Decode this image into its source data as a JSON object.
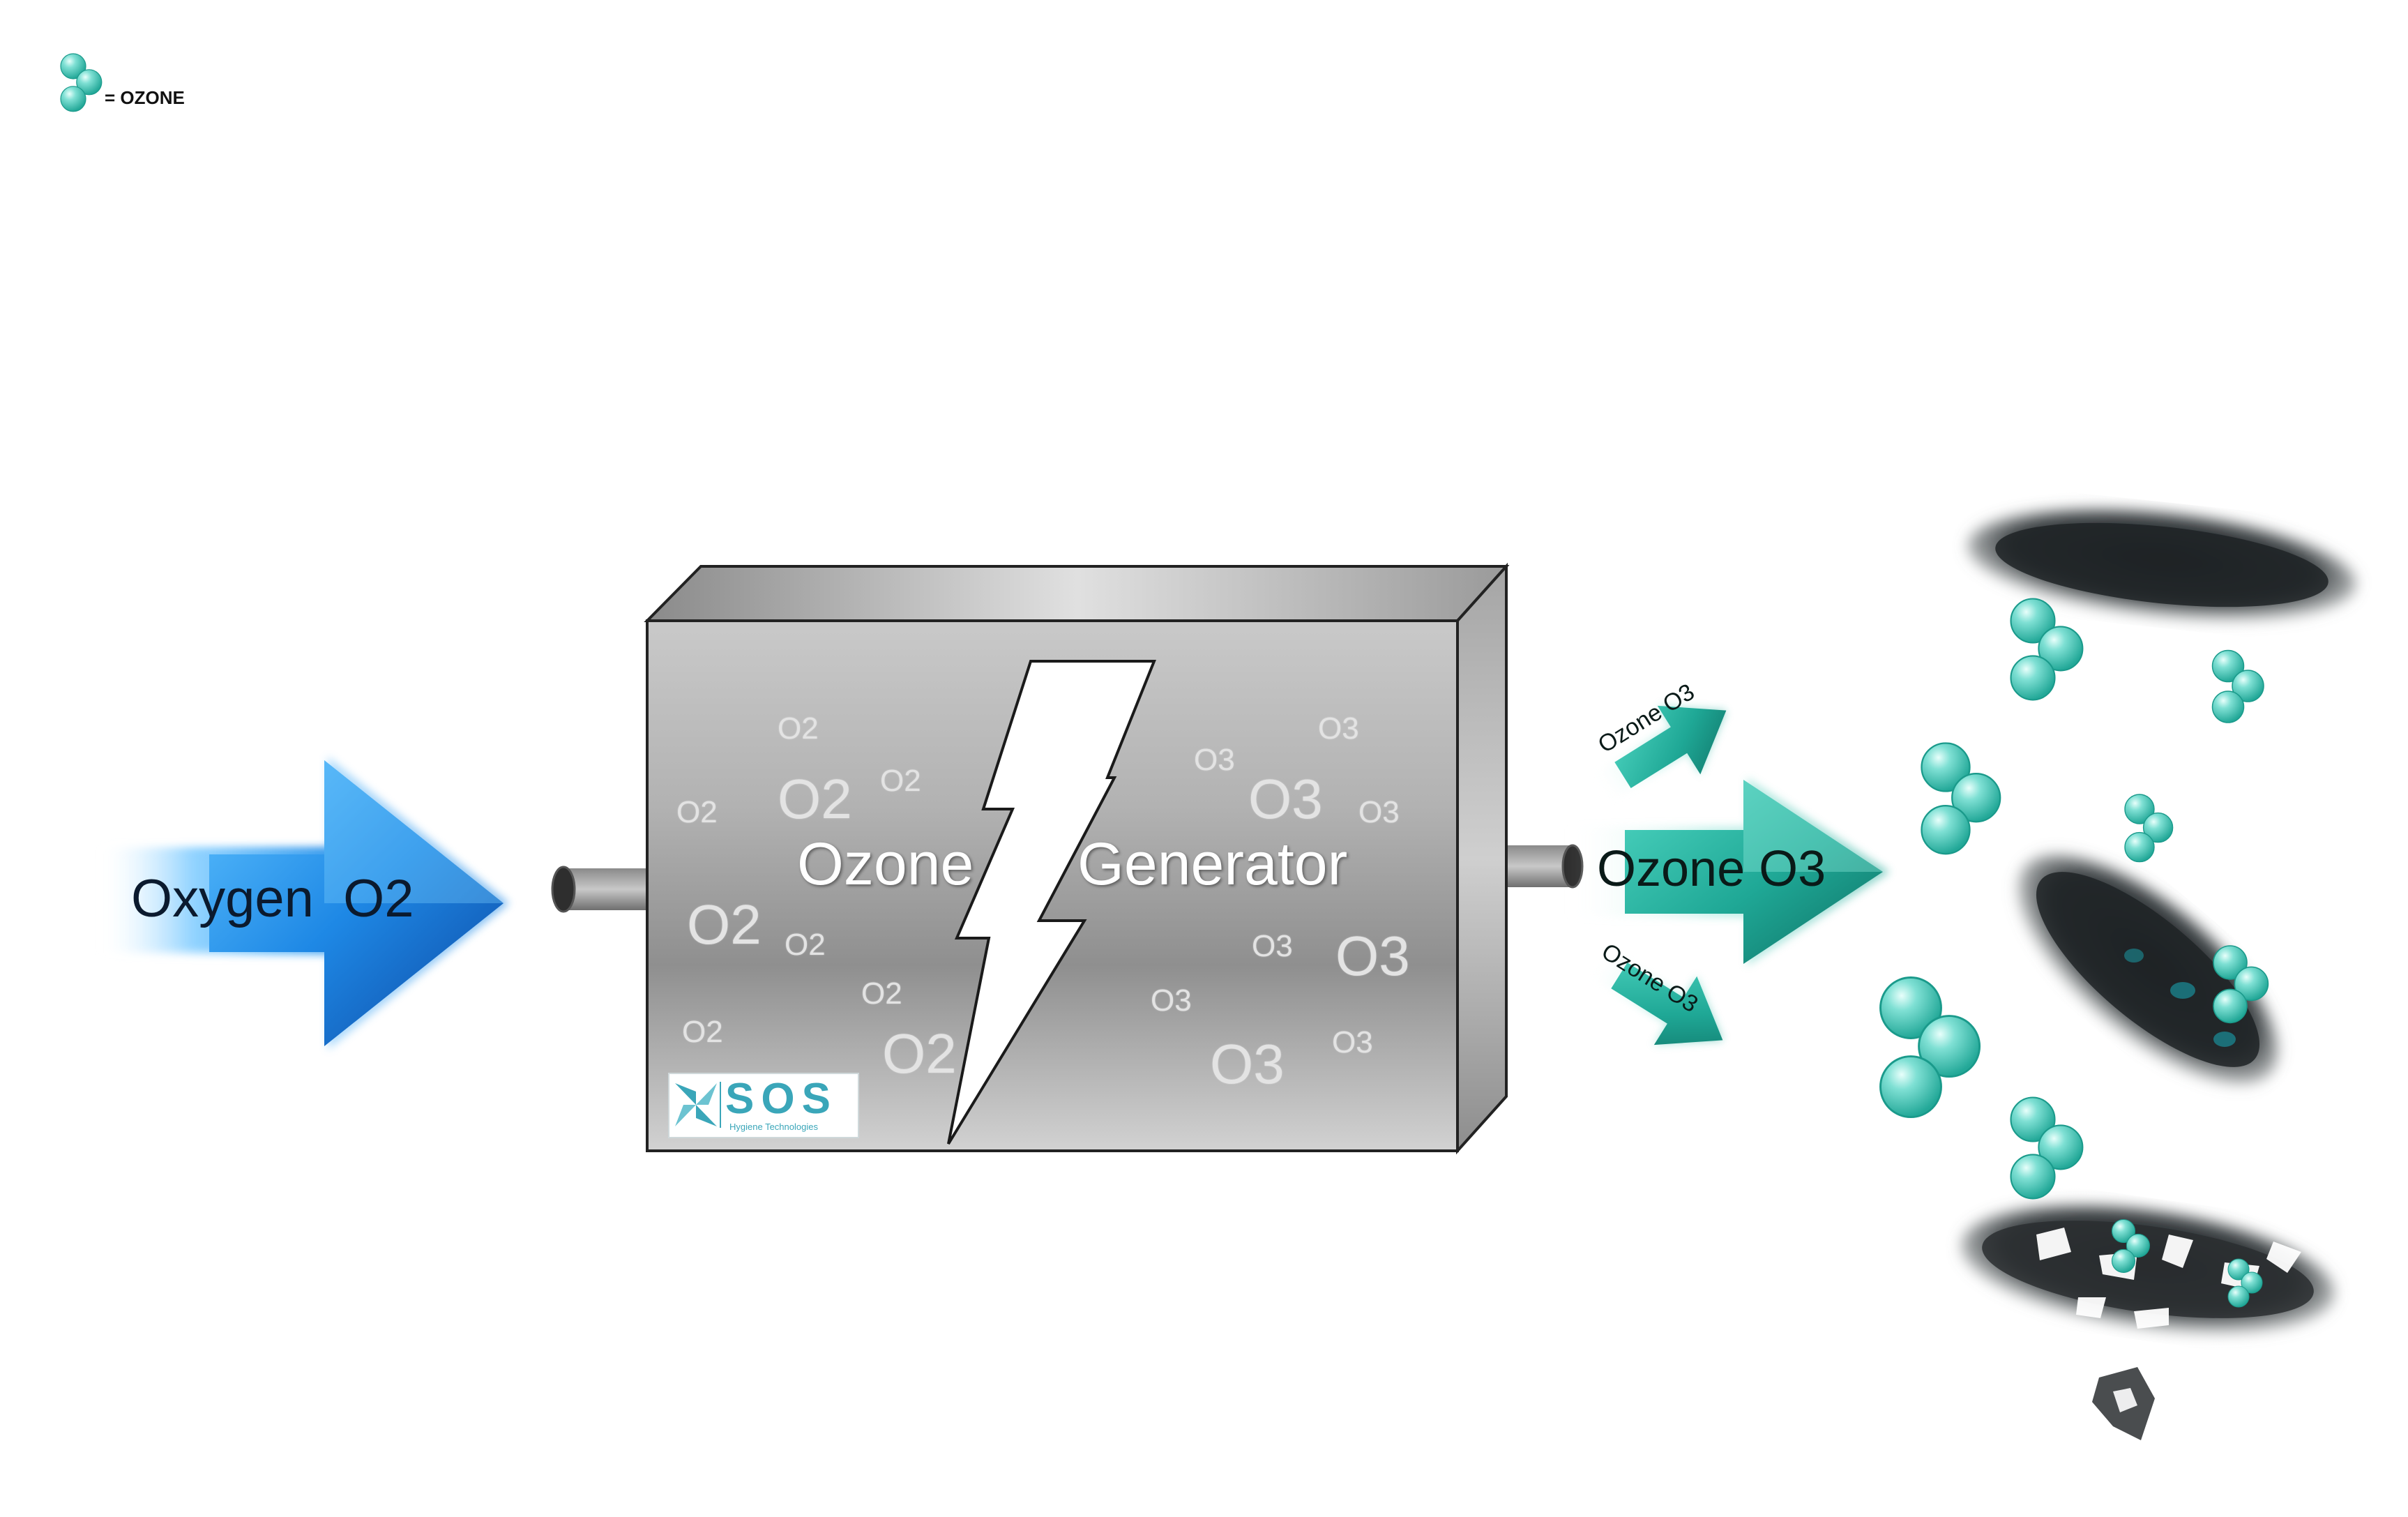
{
  "legend": {
    "label": "= OZONE",
    "icon": "ozone-molecule-icon"
  },
  "inlet_arrow": {
    "label": "Oxygen  O2",
    "color": "#1e88e5"
  },
  "generator": {
    "title_left": "Ozone",
    "title_right": "Generator",
    "body_color": "#b8b8b8",
    "o2_labels": [
      "O2",
      "O2",
      "O2",
      "O2",
      "O2",
      "O2",
      "O2",
      "O2",
      "O2"
    ],
    "o3_labels": [
      "O3",
      "O3",
      "O3",
      "O3",
      "O3",
      "O3",
      "O3",
      "O3",
      "O3"
    ]
  },
  "outlet_arrows": {
    "main_label": "Ozone O3",
    "upper_label": "Ozone O3",
    "lower_label": "Ozone O3",
    "color": "#1fa896"
  },
  "logo": {
    "name": "SOS",
    "tagline": "Hygiene Technologies"
  },
  "colors": {
    "ozone_bubble": "#5fd1c4",
    "bacteria": "#2b2b2b"
  }
}
